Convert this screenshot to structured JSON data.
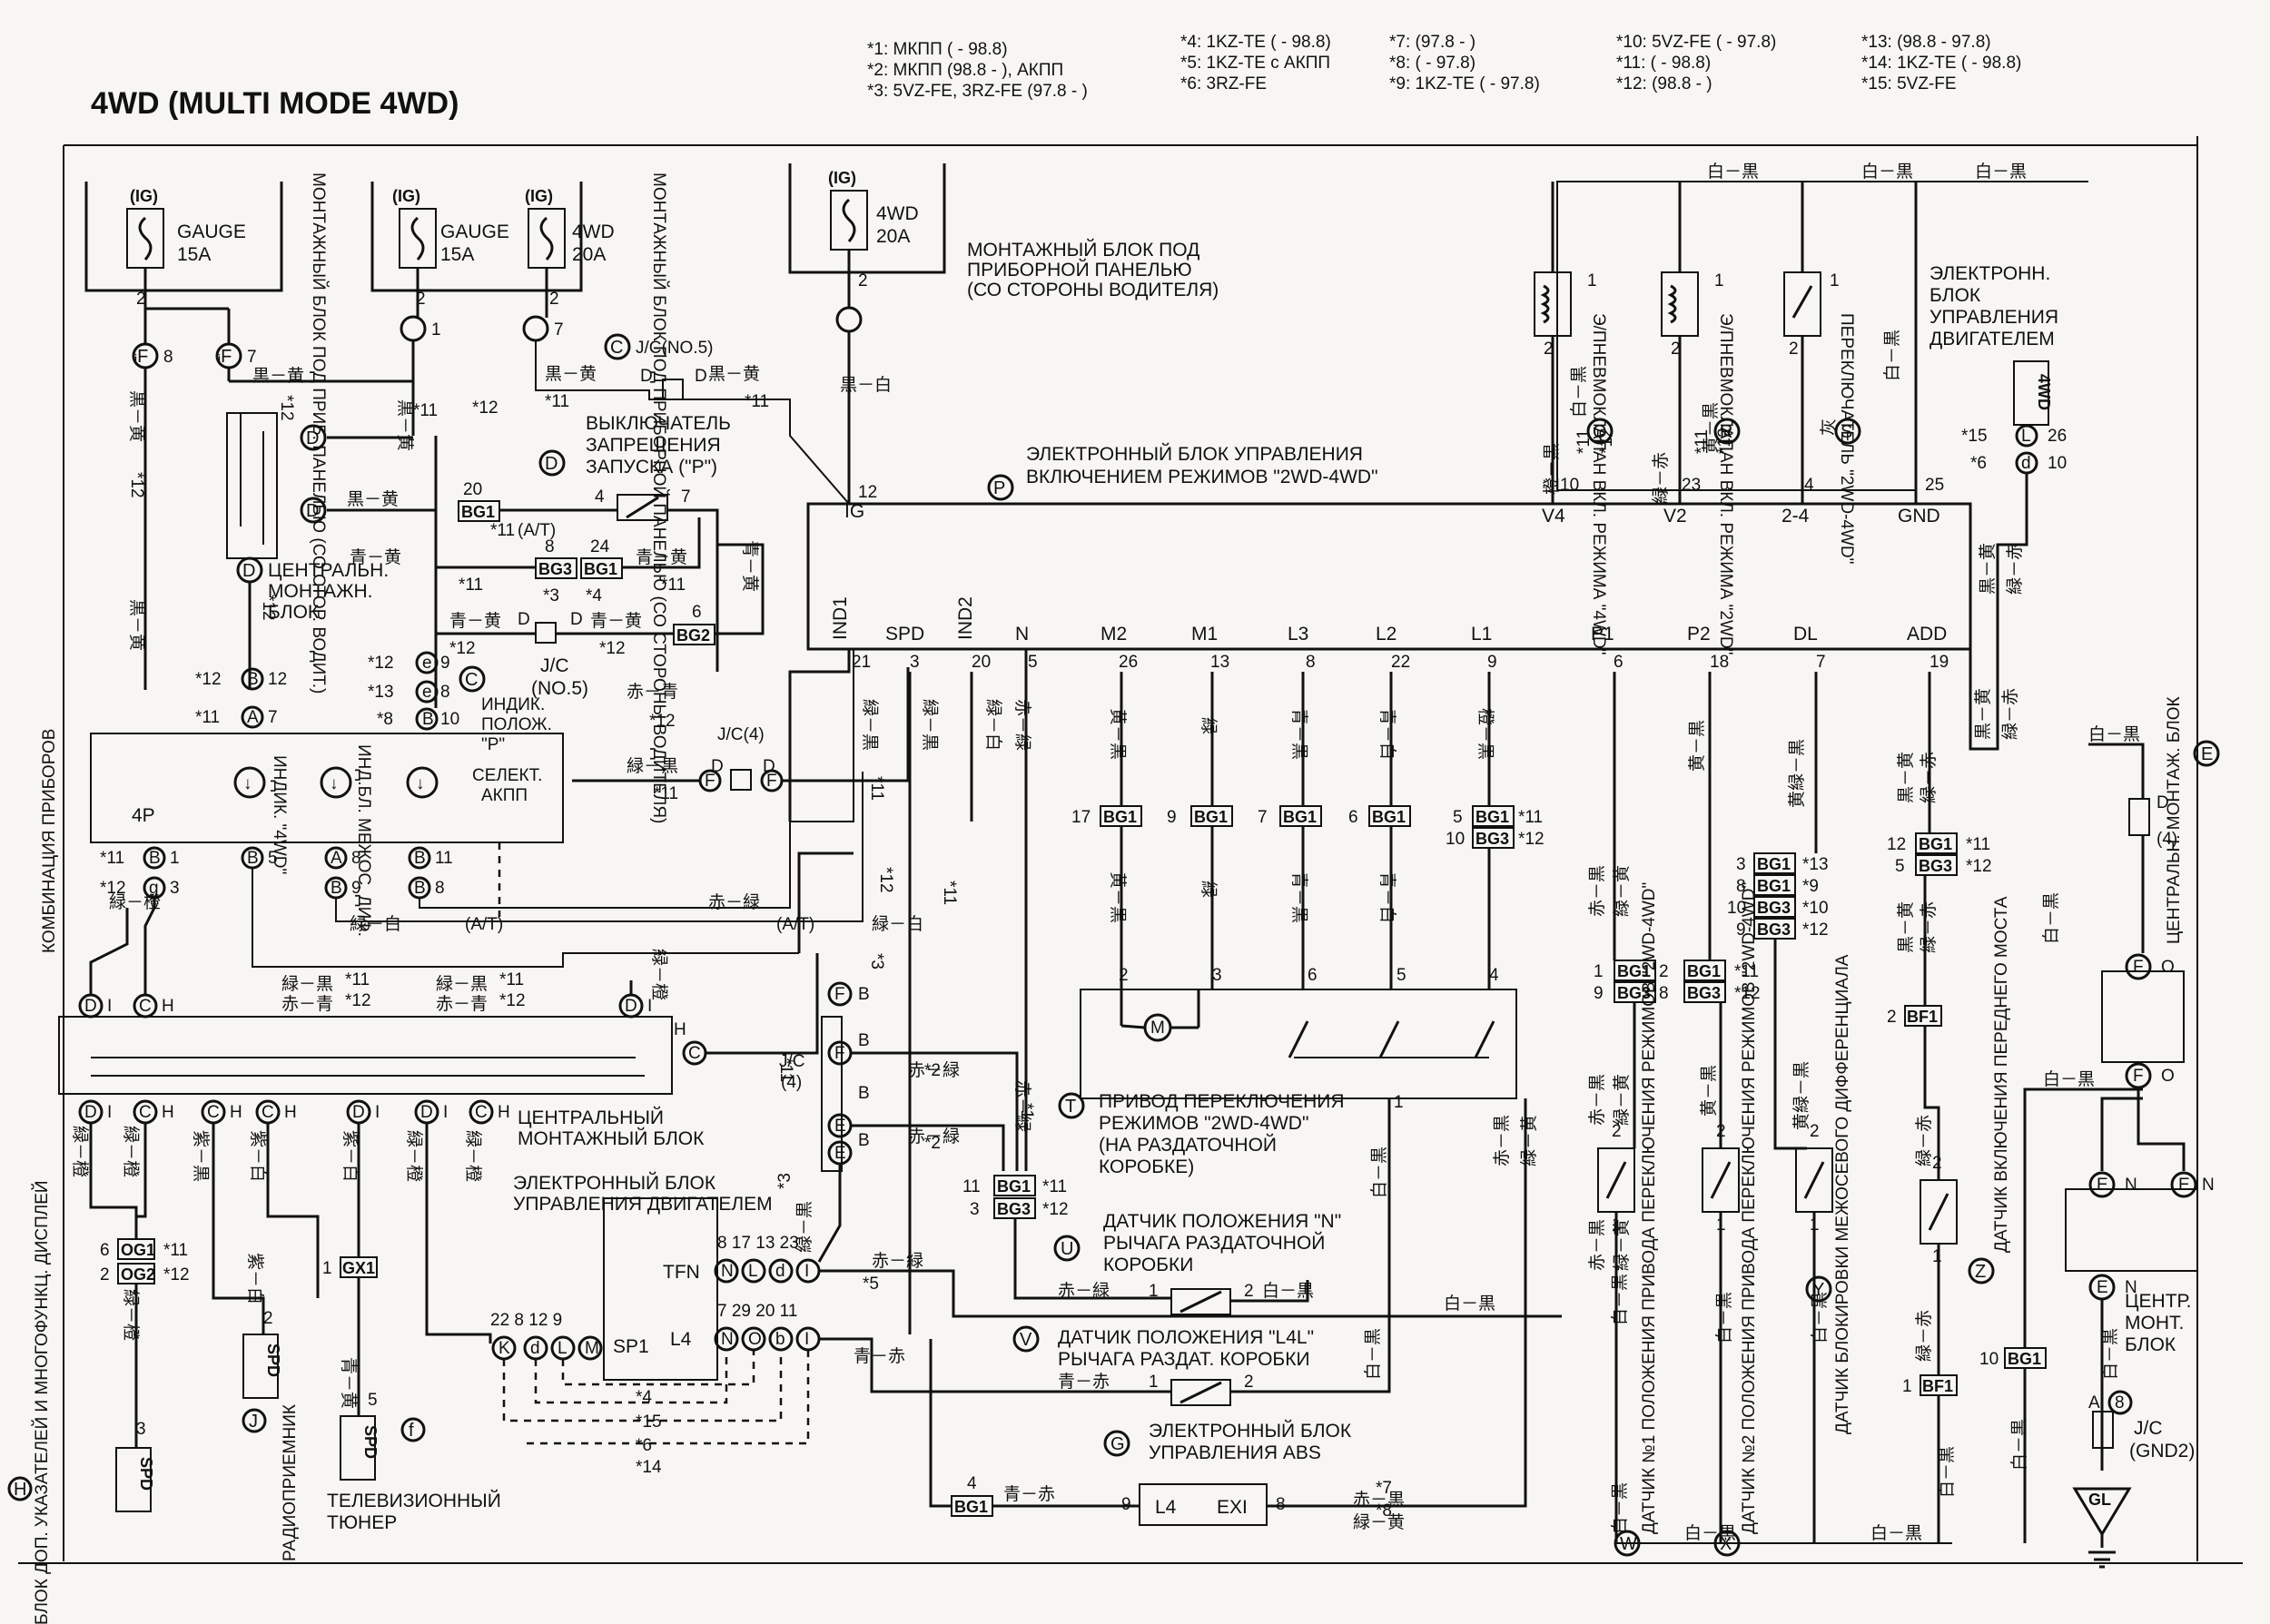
{
  "title": "4WD (MULTI MODE 4WD)",
  "notes": {
    "n1": "*1: МКПП ( - 98.8)",
    "n2": "*2: МКПП (98.8 - ), АКПП",
    "n3": "*3: 5VZ-FE, 3RZ-FE (97.8 - )",
    "n4": "*4: 1KZ-TE ( - 98.8)",
    "n5": "*5: 1KZ-TE с АКПП",
    "n6": "*6: 3RZ-FE",
    "n7": "*7: (97.8 - )",
    "n8": "*8: ( - 97.8)",
    "n9": "*9: 1KZ-TE ( - 97.8)",
    "n10": "*10: 5VZ-FE ( - 97.8)",
    "n11": "*11: ( - 98.8)",
    "n12": "*12: (98.8 - )",
    "n13": "*13: (98.8 - 97.8)",
    "n14": "*14: 1KZ-TE ( - 98.8)",
    "n15": "*15: 5VZ-FE"
  },
  "fuses": {
    "ig": "(IG)",
    "gauge": "GAUGE",
    "gauge_amp": "15A",
    "wd": "4WD",
    "wd_amp": "20A"
  },
  "labels": {
    "jb_driver_short": "МОНТАЖНЫЙ БЛОК ПОД ПРИБ. ПАНЕЛЬЮ (СО СТОР. ВОДИТ.)",
    "jb_driver_long": "МОНТАЖНЫЙ БЛОК ПОД ПРИБОРНОЙ ПАНЕЛЬЮ (СО СТОРОНЫ ВОДИТЕЛЯ)",
    "jb_driver_line1": "МОНТАЖНЫЙ БЛОК ПОД",
    "jb_driver_line2": "ПРИБОРНОЙ ПАНЕЛЬЮ",
    "jb_driver_line3": "(СО СТОРОНЫ ВОДИТЕЛЯ)",
    "jc_no5": "J/C(NO.5)",
    "jc": "J/C",
    "no5": "(NO.5)",
    "jc4": "J/C(4)",
    "park_sw_1": "ВЫКЛЮЧАТЕЛЬ",
    "park_sw_2": "ЗАПРЕЩЕНИЯ",
    "park_sw_3": "ЗАПУСКА (\"P\")",
    "ecu_title_1": "ЭЛЕКТРОННЫЙ БЛОК УПРАВЛЕНИЯ",
    "ecu_title_2": "ВКЛЮЧЕНИЕМ РЕЖИМОВ \"2WD-4WD\"",
    "central_jb_1": "ЦЕНТРАЛЬН.",
    "central_jb_2": "МОНТАЖН.",
    "central_jb_3": "БЛОК",
    "combo_meter": "КОМБИНАЦИЯ ПРИБОРОВ",
    "ind_4wd": "ИНДИК. \"4WD\"",
    "ind_diff": "ИНД.БЛ. МЕЖОС. ДИФ.",
    "ind_p_1": "ИНДИК.",
    "ind_p_2": "ПОЛОЖ.",
    "ind_p_3": "\"P\"",
    "ind_p_4": "СЕЛЕКТ.",
    "ind_p_5": "АКПП",
    "central_jb_big_1": "ЦЕНТРАЛЬНЫЙ",
    "central_jb_big_2": "МОНТАЖНЫЙ БЛОК",
    "engine_ecu_1": "ЭЛЕКТРОННЫЙ БЛОК",
    "engine_ecu_2": "УПРАВЛЕНИЯ ДВИГАТЕЛЕМ",
    "actuator_1": "ПРИВОД ПЕРЕКЛЮЧЕНИЯ",
    "actuator_2": "РЕЖИМОВ \"2WD-4WD\"",
    "actuator_3": "(НА РАЗДАТОЧНОЙ",
    "actuator_4": "КОРОБКЕ)",
    "n_sensor_1": "ДАТЧИК ПОЛОЖЕНИЯ \"N\"",
    "n_sensor_2": "РЫЧАГА РАЗДАТОЧНОЙ",
    "n_sensor_3": "КОРОБКИ",
    "l4l_sensor_1": "ДАТЧИК ПОЛОЖЕНИЯ \"L4L\"",
    "l4l_sensor_2": "РЫЧАГА РАЗДАТ. КОРОБКИ",
    "abs_1": "ЭЛЕКТРОННЫЙ БЛОК",
    "abs_2": "УПРАВЛЕНИЯ ABS",
    "tv_1": "ТЕЛЕВИЗИОННЫЙ",
    "tv_2": "ТЮНЕР",
    "radio": "РАДИОПРИЕМНИК",
    "multi_display": "БЛОК ДОП. УКАЗАТЕЛЕЙ И МНОГОФУНКЦ. ДИСПЛЕЙ",
    "vsv_4wd": "Э/ПНЕВМОКЛАПАН ВКЛ. РЕЖИМА \"4WD\"",
    "vsv_2wd": "Э/ПНЕВМОКЛАПАН ВКЛ. РЕЖИМА \"2WD\"",
    "sw_2wd4wd": "ПЕРЕКЛЮЧАТЕЛЬ \"2WD-4WD\"",
    "engine_ecu_r_1": "ЭЛЕКТРОНН.",
    "engine_ecu_r_2": "БЛОК",
    "engine_ecu_r_3": "УПРАВЛЕНИЯ",
    "engine_ecu_r_4": "ДВИГАТЕЛЕМ",
    "pos_sw1": "ДАТЧИК №1 ПОЛОЖЕНИЯ ПРИВОДА ПЕРЕКЛЮЧЕНИЯ РЕЖИМОВ \"2WD-4WD\"",
    "pos_sw2": "ДАТЧИК №2 ПОЛОЖЕНИЯ ПРИВОДА ПЕРЕКЛЮЧЕНИЯ РЕЖИМОВ \"2WD-4WD\"",
    "diff_lock": "ДАТЧИК БЛОКИРОВКИ МЕЖОСЕВОГО ДИФФЕРЕНЦИАЛА",
    "front_axle": "ДАТЧИК ВКЛЮЧЕНИЯ ПЕРЕДНЕГО МОСТА",
    "central_jb_r": "ЦЕНТРАЛЬН. МОНТАЖ. БЛОК",
    "centr_mont_1": "ЦЕНТР.",
    "centr_mont_2": "МОНТ.",
    "centr_mont_3": "БЛОК",
    "jc_gnd": "J/C",
    "gnd2": "(GND2)",
    "gl": "GL",
    "at": "(A/T)",
    "four_p": "4P",
    "spd": "SPD",
    "sp1": "SP1",
    "tfn": "TFN",
    "l4": "L4",
    "exi": "EXI",
    "ig_pin": "IG",
    "gnd_pin": "GND",
    "motor": "M"
  },
  "ecu_pins_top": [
    "V4",
    "V2",
    "2-4",
    "GND"
  ],
  "ecu_pins_top_num": [
    "10",
    "23",
    "4",
    "25"
  ],
  "ecu_pins_bottom": [
    "IND1",
    "SPD",
    "IND2",
    "N",
    "M2",
    "M1",
    "L3",
    "L2",
    "L1",
    "P1",
    "P2",
    "DL",
    "ADD"
  ],
  "ecu_pins_bottom_num": [
    "21",
    "3",
    "20",
    "5",
    "26",
    "13",
    "8",
    "22",
    "9",
    "6",
    "18",
    "7",
    "19"
  ],
  "wire_colors": {
    "bk_y": "黒－黄",
    "bk_w": "黒－白",
    "w_b": "白－黒",
    "bl_y": "青－黄",
    "r_bl": "赤－青",
    "g_bk": "緑－黒",
    "g_w": "緑－白",
    "g_o": "緑－橙",
    "r_g": "赤－緑",
    "bl_r": "青－赤",
    "y_bk": "黄－黒",
    "g": "緑",
    "bl_bk": "青－黒",
    "bl_w": "青－白",
    "o_bk": "橙－黒",
    "r_bk": "赤－黒",
    "g_y": "緑－黄",
    "v_bk": "紫－黒",
    "v_w": "紫－白",
    "bk_o": "黒－橙",
    "gray": "灰",
    "y_bk2": "黄緑－黒",
    "bk_r": "黒－赤",
    "g_r": "緑－赤"
  },
  "connectors": {
    "bg1": "BG1",
    "bg2": "BG2",
    "bg3": "BG3",
    "bf1": "BF1",
    "og1": "OG1",
    "og2": "OG2",
    "gx1": "GX1",
    "wd_box": "4WD"
  }
}
